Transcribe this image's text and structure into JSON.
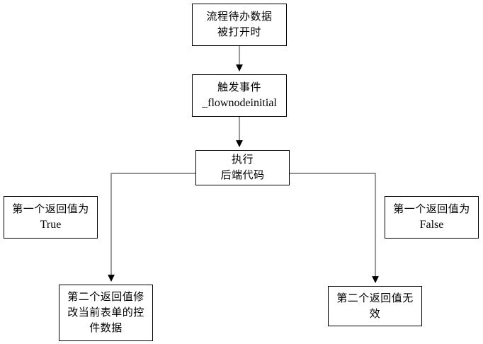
{
  "diagram": {
    "title_visible": false,
    "background_color": "#ffffff",
    "stroke_color_dark": "#000000",
    "stroke_color_gray": "#808080",
    "nodes": [
      {
        "id": "start",
        "lines": [
          "流程待办数据",
          "被打开时"
        ],
        "script": [
          "cn",
          "cn"
        ]
      },
      {
        "id": "event",
        "lines": [
          "触发事件",
          "_flownodeinitial"
        ],
        "script": [
          "cn",
          "latin"
        ]
      },
      {
        "id": "exec",
        "lines": [
          "执行",
          "后端代码"
        ],
        "script": [
          "cn",
          "cn"
        ]
      },
      {
        "id": "label_true",
        "lines": [
          "第一个返回值为",
          "True"
        ],
        "script": [
          "cn",
          "latin"
        ]
      },
      {
        "id": "label_false",
        "lines": [
          "第一个返回值为",
          "False"
        ],
        "script": [
          "cn",
          "latin"
        ]
      },
      {
        "id": "true_result",
        "lines": [
          "第二个返回值修",
          "改当前表单的控",
          "件数据"
        ],
        "script": [
          "cn",
          "cn",
          "cn"
        ]
      },
      {
        "id": "false_result",
        "lines": [
          "第二个返回值无",
          "效"
        ],
        "script": [
          "cn",
          "cn"
        ]
      }
    ],
    "edges": [
      {
        "id": "start-to-event",
        "from": "start",
        "to": "event",
        "arrow": true,
        "label": ""
      },
      {
        "id": "event-to-exec",
        "from": "event",
        "to": "exec",
        "arrow": true,
        "label": ""
      },
      {
        "id": "exec-to-true-result",
        "from": "exec",
        "to": "true_result",
        "arrow": true,
        "label": ""
      },
      {
        "id": "exec-to-false-result",
        "from": "exec",
        "to": "false_result",
        "arrow": true,
        "label": ""
      }
    ]
  }
}
